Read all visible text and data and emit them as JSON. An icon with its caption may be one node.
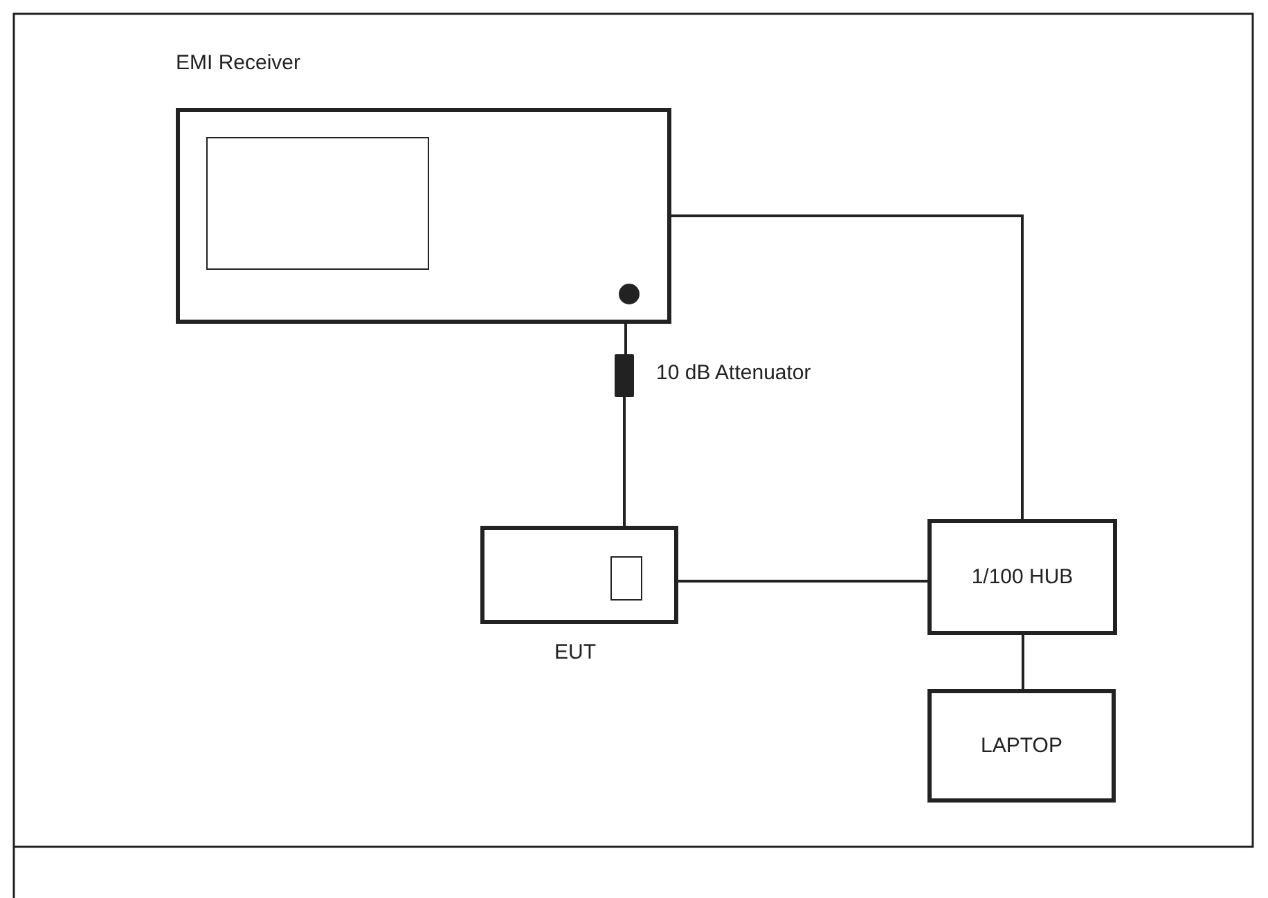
{
  "diagram": {
    "nodes": [
      {
        "text": [
          "EMI Receiver"
        ]
      },
      {
        "text": [],
        "shape": "circle",
        "in": 0
      },
      {
        "text": [],
        "shape": "bar",
        "beside": [
          "10 dB Attenuator"
        ]
      },
      {
        "text": [
          "EUT"
        ]
      },
      {
        "text": [],
        "shape": "box",
        "in": 3
      },
      {
        "text": [
          "1/100 HUB"
        ]
      },
      {
        "text": [
          "LAPTOP"
        ]
      }
    ],
    "edges": [
      {
        "from": 1,
        "to": 2,
        "arrow": "none"
      },
      {
        "from": 2,
        "to": 4,
        "arrow": "none"
      },
      {
        "from": 0,
        "to": 5,
        "arrow": "none"
      },
      {
        "from": 3,
        "to": 5,
        "arrow": "none"
      },
      {
        "from": 5,
        "to": 6,
        "arrow": "none"
      }
    ]
  }
}
